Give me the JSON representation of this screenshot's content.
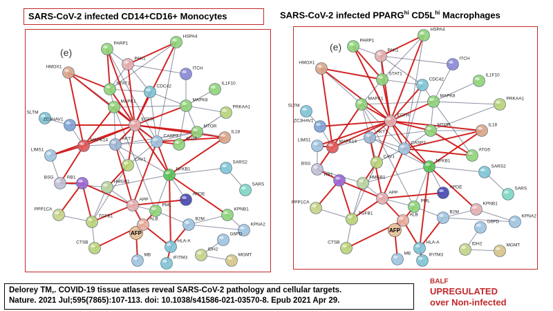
{
  "titles": {
    "left": "SARS-CoV-2  infected CD14+CD16+ Monocytes",
    "right_prefix": "SARS-CoV-2  infected PPARG",
    "right_sup1": "hi",
    "right_mid": " CD5L",
    "right_sup2": "hi",
    "right_suffix": " Macrophages"
  },
  "panel_label": "(e)",
  "citation": {
    "line1": "Delorey TM,. COVID-19 tissue atlases reveal SARS-CoV-2 pathology and cellular targets.",
    "line2": "Nature. 2021 Jul;595(7865):107-113. doi: 10.1038/s41586-021-03570-8. Epub 2021 Apr 29."
  },
  "legend": {
    "tissue": "BALF",
    "line2": "UPREGULATED",
    "line3": "over Non-infected"
  },
  "colors": {
    "highlight_edge": "#d01818",
    "edge": "#3a4260",
    "border": "#c0282a",
    "legend_text": "#c0282a"
  },
  "networks": [
    {
      "id": "monocytes",
      "nodes": [
        {
          "id": "HSPA4",
          "label": "HSPA4",
          "color": "#8fd47a"
        },
        {
          "id": "PARP1",
          "label": "PARP1",
          "color": "#8fd47a"
        },
        {
          "id": "PAK1",
          "label": "PAK1",
          "color": "#e3b0b0"
        },
        {
          "id": "HMOX1",
          "label": "HMOX1",
          "color": "#d8a68a"
        },
        {
          "id": "ITCH",
          "label": "ITCH",
          "color": "#8a8ad6"
        },
        {
          "id": "STAT1",
          "label": "STAT1",
          "color": "#8fd47a"
        },
        {
          "id": "CDC42",
          "label": "CDC42",
          "color": "#7fc4d6"
        },
        {
          "id": "IL1F10",
          "label": "IL1F10",
          "color": "#8fd47a"
        },
        {
          "id": "MAPK1",
          "label": "MAPK1",
          "color": "#8fd47a"
        },
        {
          "id": "MAPK8",
          "label": "MAPK8",
          "color": "#8fd47a"
        },
        {
          "id": "PRKAA1",
          "label": "PRKAA1",
          "color": "#b8d47a"
        },
        {
          "id": "SLTM",
          "label": "SLTM",
          "color": "#7fc4d6"
        },
        {
          "id": "ZC3HAV1",
          "label": "ZC3HAV1",
          "color": "#7fa4d6"
        },
        {
          "id": "EGFR",
          "label": "EGFR",
          "color": "#e3b0b0"
        },
        {
          "id": "MTOR",
          "label": "MTOR",
          "color": "#8fd47a"
        },
        {
          "id": "IL18",
          "label": "IL18",
          "color": "#d8a68a"
        },
        {
          "id": "MAPK14",
          "label": "MAPK14",
          "color": "#e05a5a"
        },
        {
          "id": "AKT1",
          "label": "AKT1",
          "color": "#a0b8d6"
        },
        {
          "id": "CASP3",
          "label": "CASP3",
          "color": "#a0c4e0"
        },
        {
          "id": "ATG5",
          "label": "ATG5",
          "color": "#8fd47a"
        },
        {
          "id": "LIMS1",
          "label": "LIMS1",
          "color": "#a0c4e0"
        },
        {
          "id": "CAV1",
          "label": "CAV1",
          "color": "#b8d47a"
        },
        {
          "id": "NFKB1",
          "label": "NFKB1",
          "color": "#5ac45a"
        },
        {
          "id": "SARS2",
          "label": "SARS2",
          "color": "#7fc4d6"
        },
        {
          "id": "SARS",
          "label": "SARS",
          "color": "#7fd6c4"
        },
        {
          "id": "BSG",
          "label": "BSG",
          "color": "#c0c0d6"
        },
        {
          "id": "RB1",
          "label": "RB1",
          "color": "#9a6ad6"
        },
        {
          "id": "HMGB1",
          "label": "HMGB1",
          "color": "#b8d4a0"
        },
        {
          "id": "APOE",
          "label": "APOE",
          "color": "#4a4ab0"
        },
        {
          "id": "PPP1CA",
          "label": "PPP1CA",
          "color": "#c4d48a"
        },
        {
          "id": "APP",
          "label": "APP",
          "color": "#e3b0b0"
        },
        {
          "id": "PML",
          "label": "PML",
          "color": "#8fd47a"
        },
        {
          "id": "TGFB1",
          "label": "TGFB1",
          "color": "#b8d47a"
        },
        {
          "id": "KPNB1",
          "label": "KPNB1",
          "color": "#8fd47a"
        },
        {
          "id": "B2M",
          "label": "B2M",
          "color": "#a0c4e0"
        },
        {
          "id": "KPNA2",
          "label": "KPNA2",
          "color": "#a0c4e0"
        },
        {
          "id": "AFP",
          "label": "AFP",
          "color": "#e8c4a0"
        },
        {
          "id": "ALB",
          "label": "ALB",
          "color": "#e8b0a0"
        },
        {
          "id": "G6PD",
          "label": "G6PD",
          "color": "#a0c4e0"
        },
        {
          "id": "HLA-A",
          "label": "HLA-A",
          "color": "#7fc4d6"
        },
        {
          "id": "CTSB",
          "label": "CTSB",
          "color": "#b8d47a"
        },
        {
          "id": "IDH2",
          "label": "IDH2",
          "color": "#c4d48a"
        },
        {
          "id": "MGMT",
          "label": "MGMT",
          "color": "#d6c48a"
        },
        {
          "id": "IFITM3",
          "label": "IFITM3",
          "color": "#7fc4d6"
        },
        {
          "id": "MB",
          "label": "MB",
          "color": "#a0c4e0"
        }
      ]
    },
    {
      "id": "macrophages",
      "nodes": [
        {
          "id": "HSPA4",
          "label": "HSPA4",
          "color": "#8fd47a"
        },
        {
          "id": "PARP1",
          "label": "PARP1",
          "color": "#8fd47a"
        },
        {
          "id": "PAK1",
          "label": "PAK1",
          "color": "#e3b0b0"
        },
        {
          "id": "HMOX1",
          "label": "HMOX1",
          "color": "#d8a68a"
        },
        {
          "id": "ITCH",
          "label": "ITCH",
          "color": "#8a8ad6"
        },
        {
          "id": "STAT1",
          "label": "STAT1",
          "color": "#8fd47a"
        },
        {
          "id": "CDC42",
          "label": "CDC42",
          "color": "#7fc4d6"
        },
        {
          "id": "IL1F10",
          "label": "IL1F10",
          "color": "#8fd47a"
        },
        {
          "id": "MAPK1",
          "label": "MAPK1",
          "color": "#8fd47a"
        },
        {
          "id": "MAPK8",
          "label": "MAPK8",
          "color": "#8fd47a"
        },
        {
          "id": "PRKAA1",
          "label": "PRKAA1",
          "color": "#b8d47a"
        },
        {
          "id": "SLTM",
          "label": "SLTM",
          "color": "#7fc4d6"
        },
        {
          "id": "ZC3HAV1",
          "label": "ZC3HAV1",
          "color": "#7fa4d6"
        },
        {
          "id": "EGFR",
          "label": "EGFR",
          "color": "#e3b0b0"
        },
        {
          "id": "MTOR",
          "label": "MTOR",
          "color": "#8fd47a"
        },
        {
          "id": "IL18",
          "label": "IL18",
          "color": "#d8a68a"
        },
        {
          "id": "MAPK14",
          "label": "MAPK14",
          "color": "#e05a5a"
        },
        {
          "id": "AKT1",
          "label": "AKT1",
          "color": "#a0b8d6"
        },
        {
          "id": "CASP3",
          "label": "CASP3",
          "color": "#a0c4e0"
        },
        {
          "id": "ATG5",
          "label": "ATG5",
          "color": "#8fd47a"
        },
        {
          "id": "LIMS1",
          "label": "LIMS1",
          "color": "#a0c4e0"
        },
        {
          "id": "CAV1",
          "label": "CAV1",
          "color": "#b8d47a"
        },
        {
          "id": "NFKB1",
          "label": "NFKB1",
          "color": "#5ac45a"
        },
        {
          "id": "SARS2",
          "label": "SARS2",
          "color": "#7fc4d6"
        },
        {
          "id": "SARS",
          "label": "SARS",
          "color": "#7fd6c4"
        },
        {
          "id": "BSG",
          "label": "BSG",
          "color": "#c0c0d6"
        },
        {
          "id": "RB1",
          "label": "RB1",
          "color": "#9a6ad6"
        },
        {
          "id": "HMGB1",
          "label": "HMGB1",
          "color": "#b8d4a0"
        },
        {
          "id": "APOE",
          "label": "APOE",
          "color": "#4a4ab0"
        },
        {
          "id": "PPP1CA",
          "label": "PPP1CA",
          "color": "#c4d48a"
        },
        {
          "id": "APP",
          "label": "APP",
          "color": "#e3b0b0"
        },
        {
          "id": "PML",
          "label": "PML",
          "color": "#8fd47a"
        },
        {
          "id": "TGFB1",
          "label": "TGFB1",
          "color": "#b8d47a"
        },
        {
          "id": "KPNB1",
          "label": "KPNB1",
          "color": "#e3b0b0"
        },
        {
          "id": "B2M",
          "label": "B2M",
          "color": "#a0c4e0"
        },
        {
          "id": "KPNA2",
          "label": "KPNA2",
          "color": "#a0c4e0"
        },
        {
          "id": "AFP",
          "label": "AFP",
          "color": "#e8c4a0"
        },
        {
          "id": "ALB",
          "label": "ALB",
          "color": "#e8b0a0"
        },
        {
          "id": "G6PD",
          "label": "G6PD",
          "color": "#a0c4e0"
        },
        {
          "id": "HLA-A",
          "label": "HLA-A",
          "color": "#7fc4d6"
        },
        {
          "id": "CTSB",
          "label": "CTSB",
          "color": "#b8d47a"
        },
        {
          "id": "IDH2",
          "label": "IDH2",
          "color": "#c4d48a"
        },
        {
          "id": "MGMT",
          "label": "MGMT",
          "color": "#d6c48a"
        },
        {
          "id": "IFITM3",
          "label": "IFITM3",
          "color": "#7fc4d6"
        },
        {
          "id": "MB",
          "label": "MB",
          "color": "#a0c4e0"
        }
      ]
    }
  ],
  "edges": {
    "highlight": [
      [
        "EGFR",
        "PAK1"
      ],
      [
        "EGFR",
        "HSPA4"
      ],
      [
        "EGFR",
        "PARP1"
      ],
      [
        "EGFR",
        "HMOX1"
      ],
      [
        "EGFR",
        "STAT1"
      ],
      [
        "EGFR",
        "MAPK1"
      ],
      [
        "EGFR",
        "MAPK14"
      ],
      [
        "EGFR",
        "AKT1"
      ],
      [
        "EGFR",
        "CASP3"
      ],
      [
        "EGFR",
        "MTOR"
      ],
      [
        "EGFR",
        "IL18"
      ],
      [
        "EGFR",
        "ZC3HAV1"
      ],
      [
        "EGFR",
        "LIMS1"
      ],
      [
        "EGFR",
        "NFKB1"
      ],
      [
        "EGFR",
        "CAV1"
      ],
      [
        "EGFR",
        "MAPK8"
      ],
      [
        "EGFR",
        "CDC42"
      ],
      [
        "CASP3",
        "APP"
      ],
      [
        "CASP3",
        "NFKB1"
      ],
      [
        "CASP3",
        "IL18"
      ],
      [
        "CASP3",
        "ATG5"
      ],
      [
        "AKT1",
        "APP"
      ],
      [
        "MAPK14",
        "LIMS1"
      ],
      [
        "MAPK14",
        "HMOX1"
      ],
      [
        "MAPK14",
        "BSG"
      ],
      [
        "NFKB1",
        "KPNB1"
      ],
      [
        "NFKB1",
        "IL18"
      ],
      [
        "NFKB1",
        "HLA-A"
      ],
      [
        "APP",
        "ALB"
      ],
      [
        "APP",
        "TGFB1"
      ],
      [
        "APP",
        "APOE"
      ],
      [
        "ALB",
        "AFP"
      ],
      [
        "ALB",
        "CTSB"
      ],
      [
        "ALB",
        "HLA-A"
      ],
      [
        "HLA-A",
        "IFITM3"
      ],
      [
        "HLA-A",
        "B2M"
      ],
      [
        "AFP",
        "MB"
      ],
      [
        "TGFB1",
        "RB1"
      ],
      [
        "BSG",
        "RB1"
      ],
      [
        "RB1",
        "APP"
      ],
      [
        "RB1",
        "PPP1CA"
      ],
      [
        "CAV1",
        "HMGB1"
      ],
      [
        "MTOR",
        "ATG5"
      ],
      [
        "PAK1",
        "HSPA4"
      ],
      [
        "STAT1",
        "PARP1"
      ],
      [
        "ALB",
        "PML"
      ],
      [
        "HMOX1",
        "STAT1"
      ],
      [
        "MAPK1",
        "MAPK14"
      ]
    ],
    "normal": [
      [
        "PARP1",
        "PAK1"
      ],
      [
        "PAK1",
        "CDC42"
      ],
      [
        "PAK1",
        "ITCH"
      ],
      [
        "PAK1",
        "STAT1"
      ],
      [
        "STAT1",
        "MAPK1"
      ],
      [
        "STAT1",
        "CDC42"
      ],
      [
        "MAPK1",
        "MAPK8"
      ],
      [
        "MAPK8",
        "IL1F10"
      ],
      [
        "MAPK8",
        "MTOR"
      ],
      [
        "MAPK8",
        "PRKAA1"
      ],
      [
        "MTOR",
        "PRKAA1"
      ],
      [
        "MTOR",
        "AKT1"
      ],
      [
        "MTOR",
        "CASP3"
      ],
      [
        "ITCH",
        "MAPK8"
      ],
      [
        "CDC42",
        "MAPK8"
      ],
      [
        "CDC42",
        "CASP3"
      ],
      [
        "SLTM",
        "ZC3HAV1"
      ],
      [
        "ZC3HAV1",
        "MAPK14"
      ],
      [
        "MAPK14",
        "AKT1"
      ],
      [
        "AKT1",
        "CASP3"
      ],
      [
        "AKT1",
        "CAV1"
      ],
      [
        "AKT1",
        "NFKB1"
      ],
      [
        "AKT1",
        "MAPK1"
      ],
      [
        "CASP3",
        "CAV1"
      ],
      [
        "CAV1",
        "HMGB1"
      ],
      [
        "HMGB1",
        "NFKB1"
      ],
      [
        "HMGB1",
        "APP"
      ],
      [
        "HMGB1",
        "TGFB1"
      ],
      [
        "NFKB1",
        "APOE"
      ],
      [
        "NFKB1",
        "SARS2"
      ],
      [
        "NFKB1",
        "PML"
      ],
      [
        "APP",
        "PML"
      ],
      [
        "PML",
        "B2M"
      ],
      [
        "B2M",
        "KPNA2"
      ],
      [
        "KPNB1",
        "KPNA2"
      ],
      [
        "SARS2",
        "SARS"
      ],
      [
        "TGFB1",
        "PPP1CA"
      ],
      [
        "TGFB1",
        "CTSB"
      ],
      [
        "HLA-A",
        "ALB"
      ],
      [
        "G6PD",
        "IDH2"
      ],
      [
        "IDH2",
        "MGMT"
      ],
      [
        "MAPK14",
        "MAPK1"
      ],
      [
        "LIMS1",
        "BSG"
      ],
      [
        "BSG",
        "HMGB1"
      ],
      [
        "MAPK1",
        "CASP3"
      ],
      [
        "HMOX1",
        "MAPK1"
      ],
      [
        "PARP1",
        "CASP3"
      ],
      [
        "HSPA4",
        "CASP3"
      ],
      [
        "HSPA4",
        "STAT1"
      ],
      [
        "ATG5",
        "MAPK8"
      ],
      [
        "PML",
        "MAPK1"
      ],
      [
        "APOE",
        "APP"
      ],
      [
        "CAV1",
        "TGFB1"
      ],
      [
        "MTOR",
        "IL18"
      ],
      [
        "KPNB1",
        "B2M"
      ]
    ]
  }
}
